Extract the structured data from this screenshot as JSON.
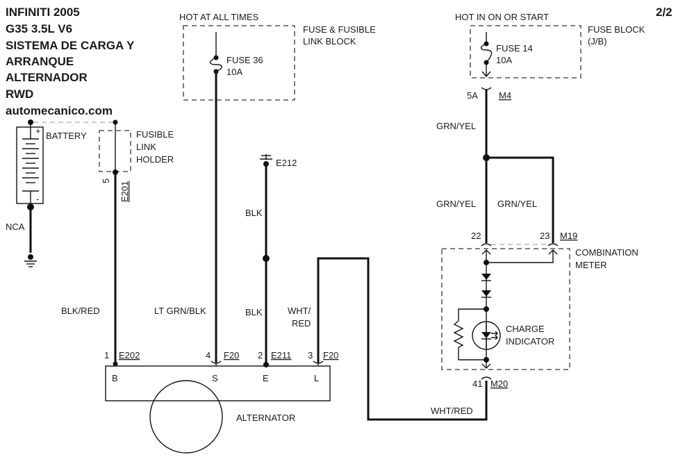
{
  "header": {
    "title_lines": [
      "INFINITI 2005",
      "G35 3.5L V6",
      "SISTEMA DE CARGA Y",
      "ARRANQUE",
      "ALTERNADOR",
      "RWD",
      "automecanico.com"
    ],
    "page": "2/2"
  },
  "battery": {
    "label": "BATTERY",
    "plus": "+",
    "minus": "-",
    "ground_wire": "NCA"
  },
  "fusible_link_holder": {
    "lines": [
      "FUSIBLE",
      "LINK",
      "HOLDER"
    ],
    "pin": "5",
    "connector": "E201"
  },
  "fuse36": {
    "supply": "HOT AT ALL TIMES",
    "name": "FUSE 36",
    "rating": "10A",
    "block_lines": [
      "FUSE & FUSIBLE",
      "LINK BLOCK"
    ]
  },
  "fuse14": {
    "supply": "HOT IN ON OR START",
    "name": "FUSE 14",
    "rating": "10A",
    "block_lines": [
      "FUSE BLOCK",
      "(J/B)"
    ],
    "pin": "5A",
    "connector": "M4"
  },
  "ground_e212": "E212",
  "wires": {
    "b": "BLK/RED",
    "s": "LT GRN/BLK",
    "e_top": "BLK",
    "e_bottom": "BLK",
    "l_1": "WHT/",
    "l_2": "RED",
    "meter_out": "WHT/RED",
    "feed": "GRN/YEL",
    "feed_left": "GRN/YEL",
    "feed_right": "GRN/YEL"
  },
  "alternator": {
    "label": "ALTERNATOR",
    "terminals": [
      {
        "pin": "1",
        "connector": "E202",
        "name": "B"
      },
      {
        "pin": "4",
        "connector": "F20",
        "name": "S"
      },
      {
        "pin": "2",
        "connector": "E211",
        "name": "E"
      },
      {
        "pin": "3",
        "connector": "F20",
        "name": "L"
      }
    ]
  },
  "combination_meter": {
    "lines": [
      "COMBINATION",
      "METER"
    ],
    "pin_a": "22",
    "pin_b": "23",
    "connector_in": "M19",
    "pin_out": "41",
    "connector_out": "M20",
    "indicator_lines": [
      "CHARGE",
      "INDICATOR"
    ]
  }
}
